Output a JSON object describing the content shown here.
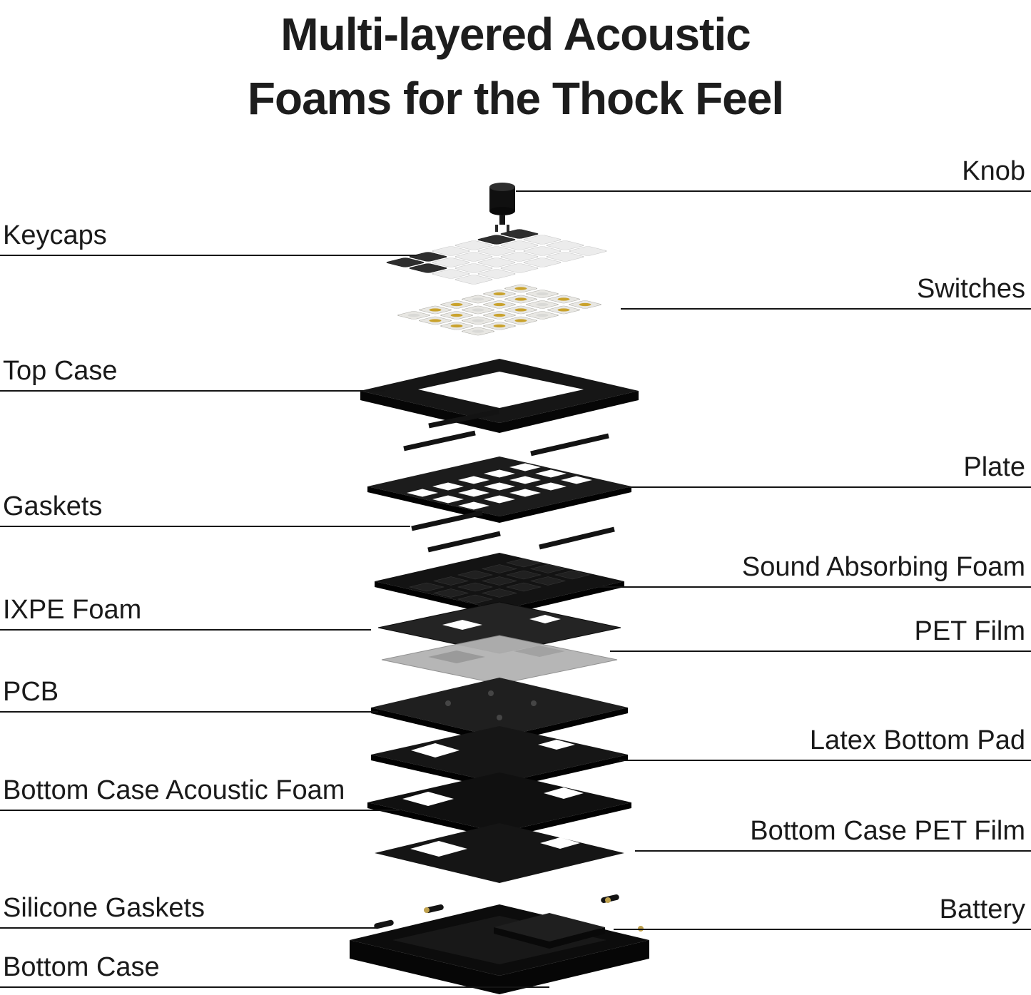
{
  "title": {
    "line1": "Multi-layered Acoustic",
    "line2": "Foams for the Thock Feel"
  },
  "callouts": {
    "left": [
      {
        "label": "Keycaps"
      },
      {
        "label": "Top Case"
      },
      {
        "label": "Gaskets"
      },
      {
        "label": "IXPE Foam"
      },
      {
        "label": "PCB"
      },
      {
        "label": "Bottom Case Acoustic Foam"
      },
      {
        "label": "Silicone Gaskets"
      },
      {
        "label": "Bottom Case"
      }
    ],
    "right": [
      {
        "label": "Knob"
      },
      {
        "label": "Switches"
      },
      {
        "label": "Plate"
      },
      {
        "label": "Sound Absorbing Foam"
      },
      {
        "label": "PET Film"
      },
      {
        "label": "Latex Bottom Pad"
      },
      {
        "label": "Bottom Case PET Film"
      },
      {
        "label": "Battery"
      }
    ]
  },
  "illustration": {
    "description": "Exploded view of a mechanical keyboard showing stacked internal layers",
    "colors": {
      "ink": "#1a1a1a",
      "background": "#ffffff",
      "case_black": "#111111",
      "keycap_light": "#ececec",
      "keycap_dark": "#2e2e2e",
      "switch_stem_gold": "#c9a22c",
      "pet_film_gray": "#b3b3b3",
      "contact_gold": "#bfa14e"
    }
  }
}
